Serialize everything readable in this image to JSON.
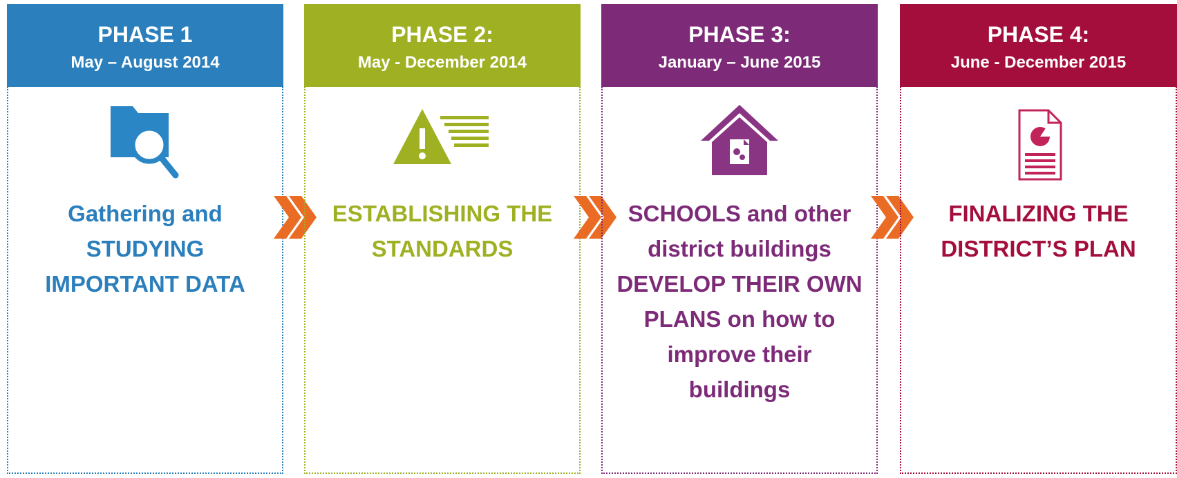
{
  "colors": {
    "phase1": "#2a7fbc",
    "phase2": "#9fb022",
    "phase3": "#7d2a78",
    "phase4": "#a40e3c",
    "arrow": "#ea6b24"
  },
  "phases": [
    {
      "title": "PHASE 1",
      "dates": "May – August 2014",
      "icon": "folder-search-icon",
      "text": "Gathering and\nSTUDYING\nIMPORTANT DATA"
    },
    {
      "title": "PHASE 2:",
      "dates": "May - December 2014",
      "icon": "warning-list-icon",
      "text": "ESTABLISHING THE\nSTANDARDS"
    },
    {
      "title": "PHASE 3:",
      "dates": "January – June 2015",
      "icon": "house-document-icon",
      "text": "SCHOOLS and other\ndistrict buildings\nDEVELOP THEIR OWN\nPLANS on how to\nimprove their\nbuildings"
    },
    {
      "title": "PHASE 4:",
      "dates": "June - December 2015",
      "icon": "report-document-icon",
      "text": "FINALIZING THE\nDISTRICT’S PLAN"
    }
  ],
  "connectors": [
    "double-chevron-icon",
    "double-chevron-icon",
    "double-chevron-icon"
  ]
}
